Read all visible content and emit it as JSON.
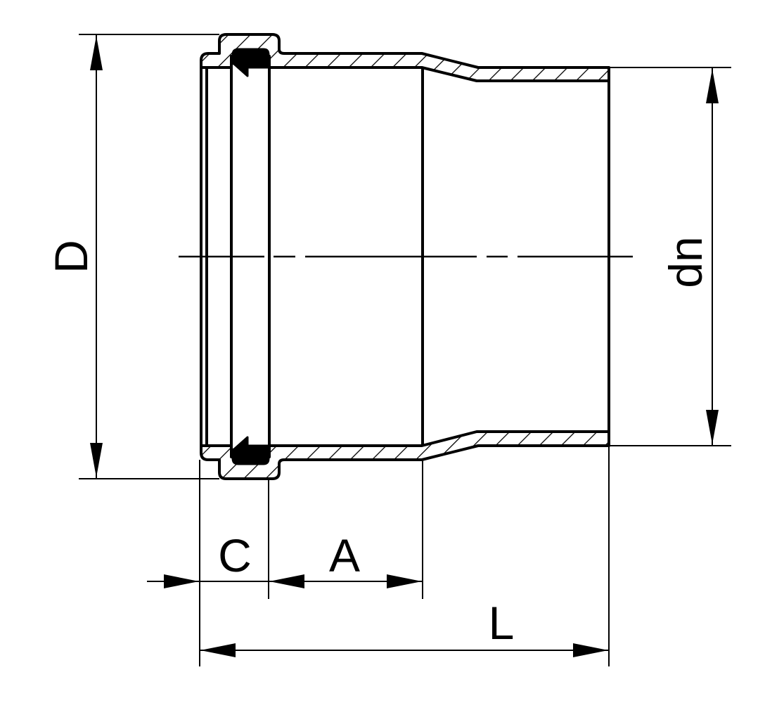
{
  "drawing": {
    "type": "technical-section-drawing",
    "subject": "pipe socket reducer with sealing ring",
    "colors": {
      "line": "#000000",
      "background": "#ffffff"
    },
    "dimensions": {
      "D": {
        "label": "D",
        "orientation": "vertical",
        "position": "left"
      },
      "dn": {
        "label": "dn",
        "orientation": "vertical",
        "position": "right"
      },
      "C": {
        "label": "C",
        "orientation": "horizontal",
        "position": "bottom"
      },
      "A": {
        "label": "A",
        "orientation": "horizontal",
        "position": "bottom"
      },
      "L": {
        "label": "L",
        "orientation": "horizontal",
        "position": "bottom"
      }
    }
  }
}
